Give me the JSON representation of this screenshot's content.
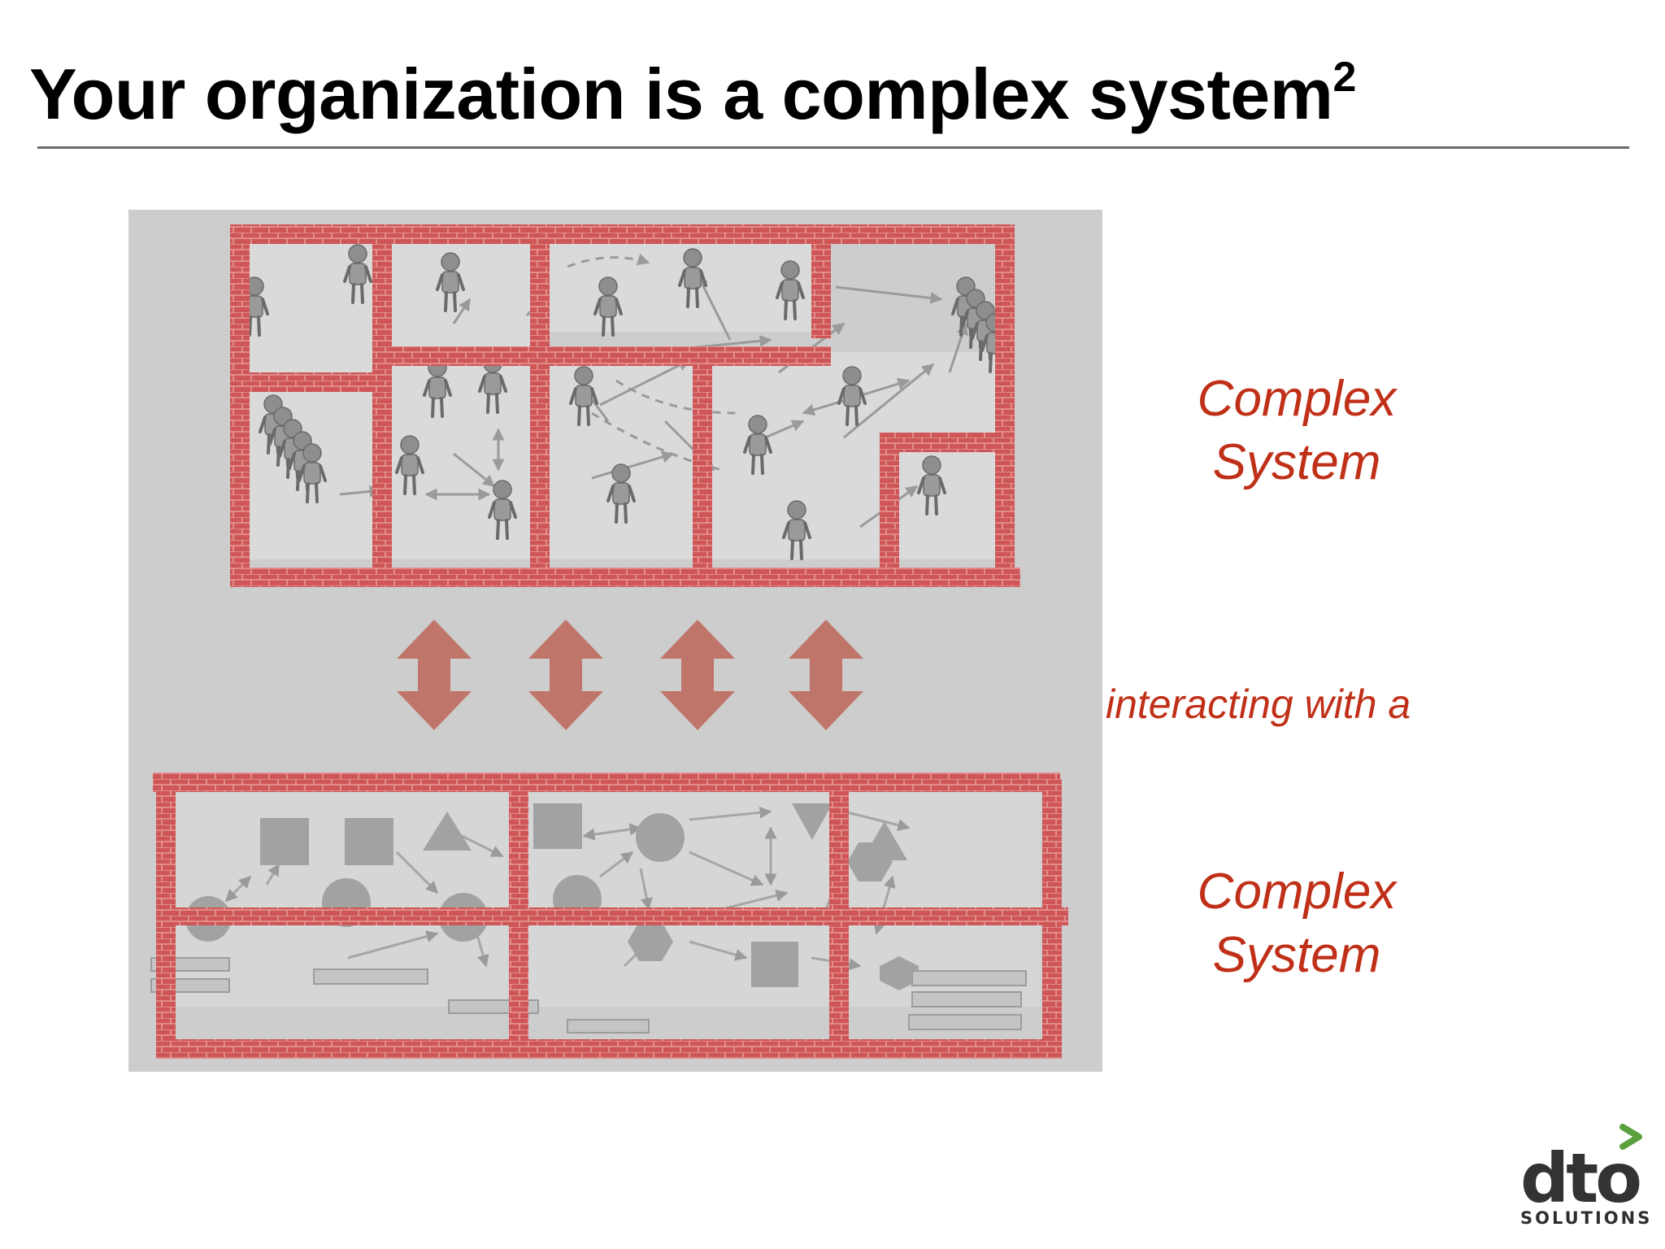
{
  "slide": {
    "title": "Your organization is a complex system",
    "title_superscript": "2"
  },
  "labels": {
    "upper_system": [
      "Complex",
      "System"
    ],
    "interaction": "interacting with a",
    "lower_system": [
      "Complex",
      "System"
    ]
  },
  "logo": {
    "mark": "dto",
    "wordmark": "SOLUTIONS"
  },
  "colors": {
    "label_red": "#c03018",
    "brick_red": "#c94b4b",
    "arrow_red": "#c0756b",
    "diagram_bg": "#cdcdcd",
    "logo_green": "#5aa03c",
    "logo_dark": "#333333"
  }
}
